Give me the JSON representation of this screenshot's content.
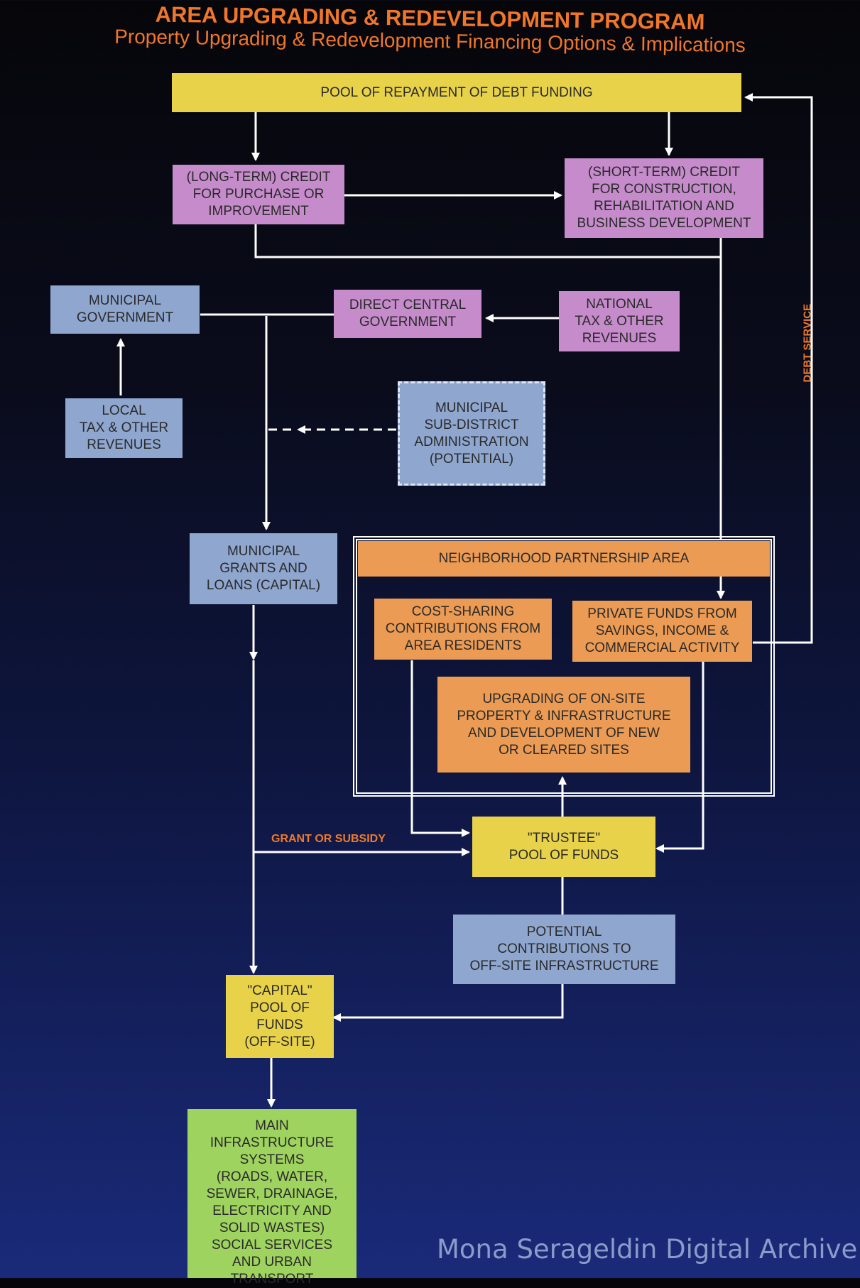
{
  "header": {
    "title": "AREA UPGRADING & REDEVELOPMENT PROGRAM",
    "subtitle": "Property Upgrading & Redevelopment Financing Options & Implications"
  },
  "nodes": {
    "pool_repayment": "POOL OF REPAYMENT OF DEBT FUNDING",
    "long_term_credit": "(LONG-TERM) CREDIT\nFOR PURCHASE OR\nIMPROVEMENT",
    "short_term_credit": "(SHORT-TERM) CREDIT\nFOR CONSTRUCTION,\nREHABILITATION AND\nBUSINESS DEVELOPMENT",
    "municipal_government": "MUNICIPAL\nGOVERNMENT",
    "direct_central_government": "DIRECT CENTRAL\nGOVERNMENT",
    "national_tax": "NATIONAL\nTAX & OTHER\nREVENUES",
    "local_tax": "LOCAL\nTAX & OTHER\nREVENUES",
    "sub_district": "MUNICIPAL\nSUB-DISTRICT\nADMINISTRATION\n(POTENTIAL)",
    "municipal_grants": "MUNICIPAL\nGRANTS AND\nLOANS (CAPITAL)",
    "neighborhood_partnership": "NEIGHBORHOOD PARTNERSHIP AREA",
    "cost_sharing": "COST-SHARING\nCONTRIBUTIONS FROM\nAREA RESIDENTS",
    "private_funds": "PRIVATE FUNDS FROM\nSAVINGS, INCOME &\nCOMMERCIAL ACTIVITY",
    "upgrading": "UPGRADING OF ON-SITE\nPROPERTY & INFRASTRUCTURE\nAND DEVELOPMENT OF NEW\nOR CLEARED SITES",
    "trustee_pool": "\"TRUSTEE\"\nPOOL OF FUNDS",
    "potential_contributions": "POTENTIAL\nCONTRIBUTIONS TO\nOFF-SITE INFRASTRUCTURE",
    "capital_pool": "\"CAPITAL\"\nPOOL OF\nFUNDS\n(OFF-SITE)",
    "main_infrastructure": "MAIN\nINFRASTRUCTURE\nSYSTEMS\n(ROADS, WATER,\nSEWER, DRAINAGE,\nELECTRICITY AND\nSOLID WASTES)\nSOCIAL SERVICES\nAND URBAN\nTRANSPORT"
  },
  "labels": {
    "grant_or_subsidy": "GRANT OR SUBSIDY",
    "debt_service": "DEBT SERVICE"
  },
  "watermark": "Mona Serageldin Digital Archive",
  "colors": {
    "yellow": "#e7d24a",
    "pink": "#c58bcb",
    "blue": "#8fa6cf",
    "orange": "#eb9b53",
    "green": "#9fd35f",
    "title_orange": "#f0762a"
  }
}
